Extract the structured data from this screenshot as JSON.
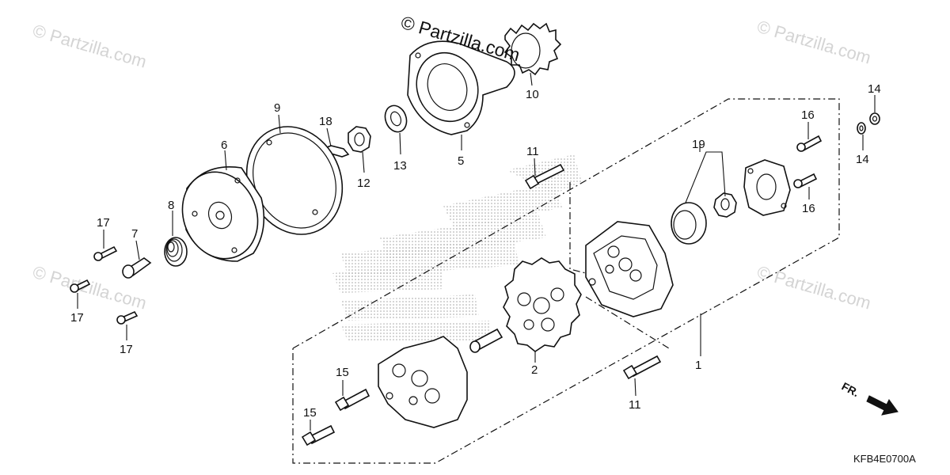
{
  "watermarks": {
    "main": "© Partzilla.com",
    "faint": "© Partzilla.com"
  },
  "labels": {
    "p1": "1",
    "p2": "2",
    "p5": "5",
    "p6": "6",
    "p7": "7",
    "p8": "8",
    "p9": "9",
    "p10": "10",
    "p11_top": "11",
    "p11_bottom": "11",
    "p12": "12",
    "p13": "13",
    "p14_top": "14",
    "p14_bottom": "14",
    "p15_top": "15",
    "p15_bottom": "15",
    "p16_top": "16",
    "p16_bottom": "16",
    "p17_top": "17",
    "p17_mid": "17",
    "p17_bottom": "17",
    "p18": "18",
    "p19": "19"
  },
  "front_marker": "FR.",
  "diagram_code": "KFB4E0700A"
}
